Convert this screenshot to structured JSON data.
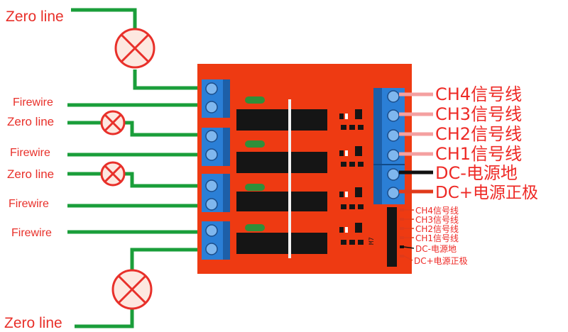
{
  "left_labels": {
    "zero_top": "Zero line",
    "firewire_1": "Firewire",
    "zero_2": "Zero line",
    "firewire_2": "Firewire",
    "zero_3": "Zero line",
    "firewire_3": "Firewire",
    "firewire_4": "Firewire",
    "zero_bottom": "Zero line"
  },
  "right_labels": [
    {
      "text": "CH4信号线"
    },
    {
      "text": "CH3信号线"
    },
    {
      "text": "CH2信号线"
    },
    {
      "text": "CH1信号线"
    },
    {
      "text": "DC-电源地"
    },
    {
      "text": "DC+电源正极"
    }
  ],
  "pin_labels": [
    {
      "text": "CH4信号线"
    },
    {
      "text": "CH3信号线"
    },
    {
      "text": "CH2信号线"
    },
    {
      "text": "CH1信号线"
    },
    {
      "text": "DC-电源地"
    },
    {
      "text": "DC+电源正极"
    }
  ],
  "board": {
    "marking": "M7"
  },
  "colors": {
    "board": "#ee3a12",
    "wire_green": "#1a9e3a",
    "terminal_blue": "#2b7fd6",
    "lamp_red": "#e8302a",
    "signal_pink": "#f4a0a0",
    "label_red": "#e8302a",
    "dc_minus_wire": "#111111",
    "dc_plus_wire": "#e03a1a"
  }
}
